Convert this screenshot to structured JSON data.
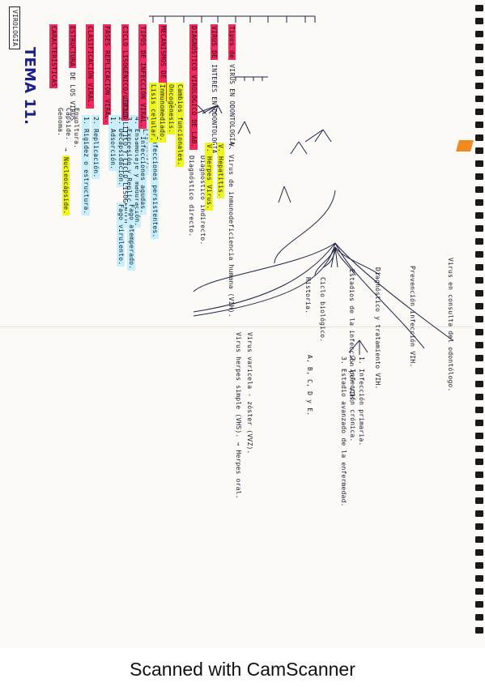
{
  "title_box": "VIROLOGÍA",
  "tema": "TEMA 11.",
  "branches": {
    "b1": "CARACTERÍSTICAS",
    "b2": "ESTRUCTURA",
    "b2_rest": "DE LOS VIRUS",
    "b2a": "Genoma.",
    "b2b": "Cápside.",
    "b2c": "Envoltura.",
    "b2_arrow": "Nucleocápside.",
    "b3": "CLASIFICACIÓN VIRAL.",
    "b3_1": "1. Rigidez o estructura.",
    "b3_2": "2. Replicación.",
    "b4": "FASES REPLICACIÓN VIRAL.",
    "b4_1": "1. Adsorción.",
    "b4_2": "2. Decapsidación.",
    "b4_3": "3. Expresión y Replicación.",
    "b4_4": "4. Ensamblaje y maduración.",
    "b4_5": "5. Liberación.",
    "b5": "CICLO LISOGÉNICO/LÍTICO",
    "b5_rest": "CICLO LÍTICO Y CICLO LISOGÉNICO.",
    "b5a": "Fago virulento.",
    "b5b": "Fago atemperado.",
    "b6": "TIPOS DE INFECCIÓN VIRAL.",
    "b6a": "Infecciones agudas.",
    "b6b": "Infecciones persistentes.",
    "b7": "MECANISMOS DE DAÑO",
    "b7a": "Lisis celular.",
    "b7b": "Inmunomediado.",
    "b7c": "Oncogénesis.",
    "b7d": "Cambios funcionales.",
    "b8": "DIAGNÓSTICO VIROLÓGICO DE LAB.",
    "b8a": "Diagnóstico directo.",
    "b8b": "Diagnóstico indirecto.",
    "b9": "VIRUS DE",
    "b9_rest": "INTERÉS EN ODONTOLOGÍA.",
    "b9a": "V. Herpes Virus.",
    "b9b": "V. Hepatitis.",
    "b9c": "V. Virus de inmunodeficiencia humana (VIH).",
    "b10": "Tipos de",
    "b10_rest": "VIRUS EN ODONTOLOGÍA.",
    "r1": "Historia.",
    "r2": "Ciclo biológico.",
    "r3": "Estadios de la infección por VIH.",
    "r3a": "1. Infección primaria.",
    "r3b": "2. Infección crónica.",
    "r3c": "3. Estadio avanzado de la enfermedad.",
    "r4": "Diagnóstico y tratamiento VIH.",
    "r5": "Prevención infección VIH.",
    "r6": "Virus en consulta del odontólogo.",
    "h1": "Virus herpes simple (VHS). → Herpes oral.",
    "h2": "Virus varicela - zóster (VVZ).",
    "hep": "A, B, C, D y E."
  },
  "footer": "Scanned with CamScanner"
}
